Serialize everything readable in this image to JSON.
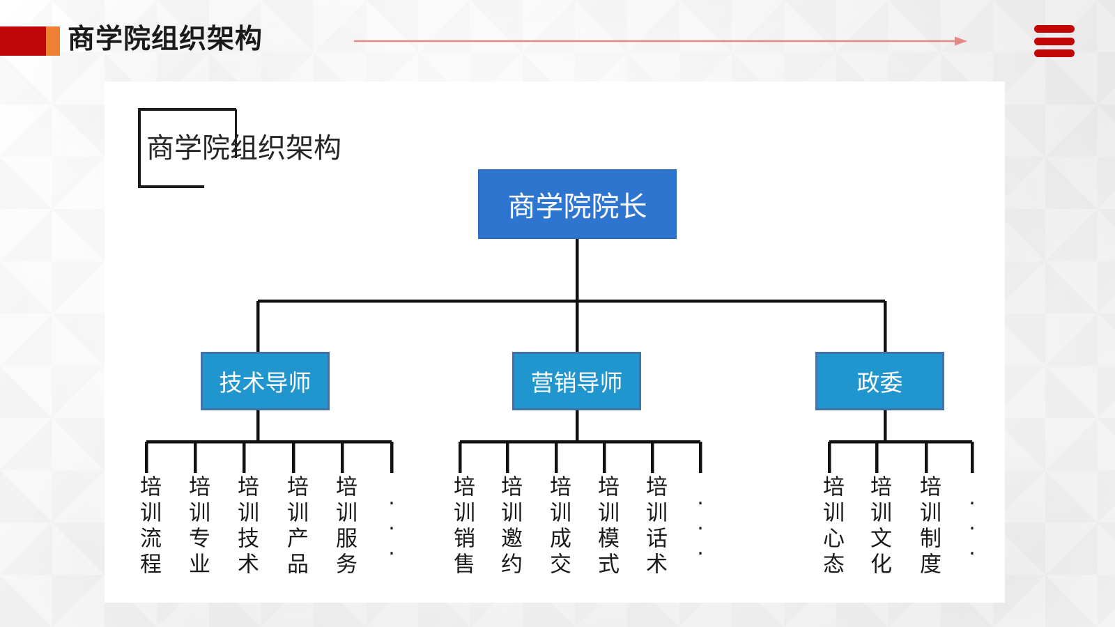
{
  "header": {
    "title": "商学院组织架构",
    "accent_red": "#be0508",
    "accent_orange": "#ef7f32",
    "arrow_color": "#e08a88",
    "menu_icon": "hamburger-menu-icon",
    "menu_color": "#c20606"
  },
  "panel": {
    "label": {
      "text": "商学院组织架构"
    }
  },
  "chart_data": {
    "type": "diagram",
    "title": "商学院组织架构",
    "colors": {
      "root_fill": "#2e75d0",
      "level2_fill": "#2196ce",
      "level2_border": "#4472a8",
      "connector": "#111111",
      "leaf_text": "#1a1a1a"
    },
    "root": {
      "label": "商学院院长"
    },
    "branches": [
      {
        "label": "技术导师",
        "children": [
          {
            "label": "培训流程"
          },
          {
            "label": "培训专业"
          },
          {
            "label": "培训技术"
          },
          {
            "label": "培训产品"
          },
          {
            "label": "培训服务"
          },
          {
            "label": "⋮",
            "is_ellipsis": true
          }
        ]
      },
      {
        "label": "营销导师",
        "children": [
          {
            "label": "培训销售"
          },
          {
            "label": "培训邀约"
          },
          {
            "label": "培训成交"
          },
          {
            "label": "培训模式"
          },
          {
            "label": "培训话术"
          },
          {
            "label": "⋮",
            "is_ellipsis": true
          }
        ]
      },
      {
        "label": "政委",
        "children": [
          {
            "label": "培训心态"
          },
          {
            "label": "培训文化"
          },
          {
            "label": "培训制度"
          },
          {
            "label": "⋮",
            "is_ellipsis": true
          }
        ]
      }
    ]
  }
}
